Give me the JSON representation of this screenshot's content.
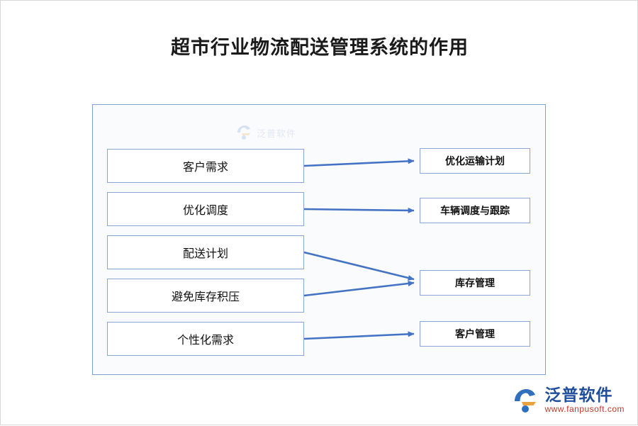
{
  "page": {
    "title": "超市行业物流配送管理系统的作用"
  },
  "diagram": {
    "left_nodes": [
      {
        "label": "客户需求"
      },
      {
        "label": "优化调度"
      },
      {
        "label": "配送计划"
      },
      {
        "label": "避免库存积压"
      },
      {
        "label": "个性化需求"
      }
    ],
    "right_nodes": [
      {
        "label": "优化运输计划"
      },
      {
        "label": "车辆调度与跟踪"
      },
      {
        "label": "库存管理"
      },
      {
        "label": "客户管理"
      }
    ],
    "connections": [
      {
        "from": "客户需求",
        "to": "优化运输计划"
      },
      {
        "from": "优化调度",
        "to": "车辆调度与跟踪"
      },
      {
        "from": "配送计划",
        "to": "库存管理"
      },
      {
        "from": "避免库存积压",
        "to": "库存管理"
      },
      {
        "from": "个性化需求",
        "to": "客户管理"
      }
    ],
    "arrow_color": "#4573c4",
    "border_color": "#8aa7d4"
  },
  "watermark": {
    "text": "泛普软件"
  },
  "brand": {
    "name": "泛普软件",
    "url": "www.fanpusoft.com",
    "name_color": "#1f4e9c",
    "url_color": "#c0392b"
  }
}
